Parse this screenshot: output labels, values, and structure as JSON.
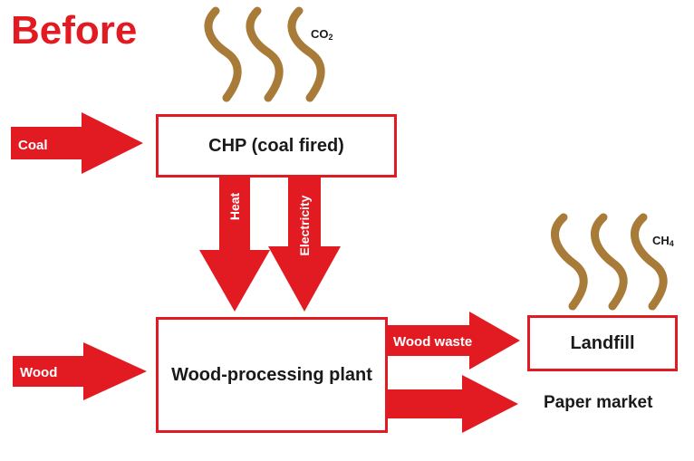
{
  "title": "Before",
  "gases": {
    "co2_main": "CO",
    "co2_sub": "2",
    "ch4_main": "CH",
    "ch4_sub": "4"
  },
  "boxes": {
    "chp": "CHP (coal fired)",
    "wood_plant": "Wood-processing plant",
    "landfill": "Landfill"
  },
  "arrows": {
    "coal": "Coal",
    "wood": "Wood",
    "heat": "Heat",
    "electricity": "Electricity",
    "wood_waste": "Wood waste"
  },
  "outputs": {
    "paper_market": "Paper market"
  },
  "colors": {
    "accent": "#e21b23",
    "smoke": "#a87c38",
    "text": "#1a1a1a",
    "arrow_text": "#ffffff"
  }
}
